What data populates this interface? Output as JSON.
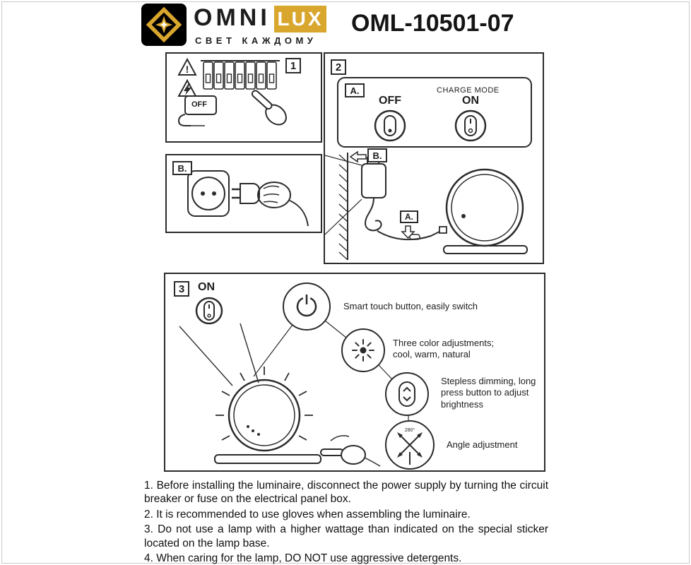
{
  "header": {
    "brand_omni": "OMNI",
    "brand_lux": "LUX",
    "tagline": "СВЕТ КАЖДОМУ",
    "model": "OML-10501-07"
  },
  "colors": {
    "gold": "#D9A62E",
    "ink": "#2b2b2b"
  },
  "step1": {
    "label": "1",
    "sticker_off": "OFF"
  },
  "step2": {
    "label": "2",
    "section_a": "A.",
    "charge_mode": "CHARGE MODE",
    "off": "OFF",
    "on": "ON",
    "section_b": "B.",
    "connector_a": "A."
  },
  "stepB": {
    "label": "B."
  },
  "step3": {
    "label": "3",
    "on": "ON",
    "angle_badge": "280°",
    "callouts": [
      {
        "text": "Smart touch button, easily switch"
      },
      {
        "text": "Three color adjustments; cool, warm, natural"
      },
      {
        "text": "Stepless dimming, long press button to adjust brightness"
      },
      {
        "text": "Angle adjustment"
      }
    ]
  },
  "instructions": [
    "1. Before installing the luminaire, disconnect the power supply by turning the circuit breaker or fuse on the electrical panel box.",
    "2. It is recommended to use gloves when assembling the luminaire.",
    "3. Do not use a lamp with a higher wattage than indicated on the special sticker located on the lamp base.",
    "4. When caring for the lamp, DO NOT use aggressive detergents."
  ]
}
